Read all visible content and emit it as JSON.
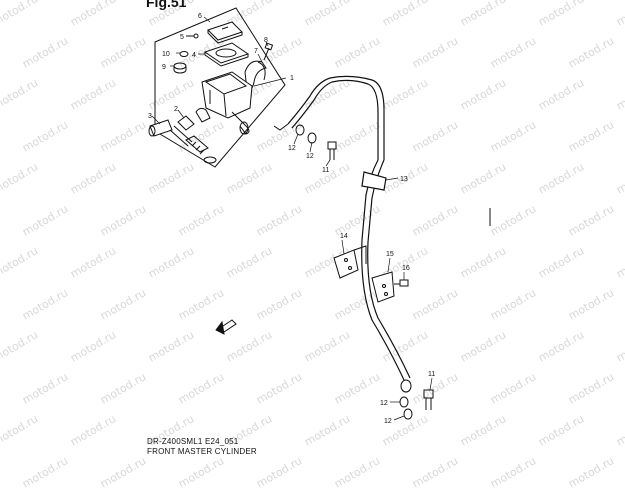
{
  "figure_label": "Fig.51",
  "watermark": "motod.ru",
  "caption": {
    "code": "DR-Z400SML1 E24_051",
    "title": "FRONT MASTER CYLINDER"
  },
  "parts": [
    {
      "id": "p6",
      "label": "6"
    },
    {
      "id": "p5",
      "label": "5"
    },
    {
      "id": "p10",
      "label": "10"
    },
    {
      "id": "p4",
      "label": "4"
    },
    {
      "id": "p7",
      "label": "7"
    },
    {
      "id": "p8",
      "label": "8"
    },
    {
      "id": "p9",
      "label": "9"
    },
    {
      "id": "p1",
      "label": "1"
    },
    {
      "id": "p3",
      "label": "3"
    },
    {
      "id": "p2",
      "label": "2"
    },
    {
      "id": "p12a",
      "label": "12"
    },
    {
      "id": "p12b",
      "label": "12"
    },
    {
      "id": "p11a",
      "label": "11"
    },
    {
      "id": "p13",
      "label": "13"
    },
    {
      "id": "p14",
      "label": "14"
    },
    {
      "id": "p15",
      "label": "15"
    },
    {
      "id": "p16",
      "label": "16"
    },
    {
      "id": "p11b",
      "label": "11"
    },
    {
      "id": "p12c",
      "label": "12"
    },
    {
      "id": "p12d",
      "label": "12"
    }
  ]
}
